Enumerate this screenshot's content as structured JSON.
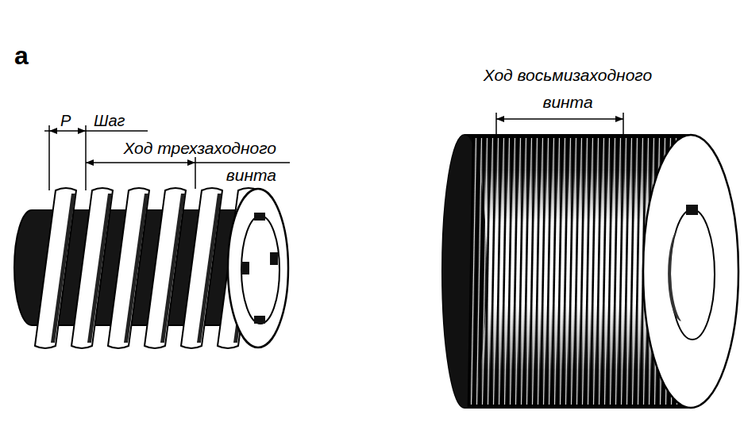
{
  "diagram": {
    "labels": [
      "а",
      "P",
      "Шаг",
      "Ход трехзаходного винта",
      "Ход восьмизаходного винта"
    ]
  }
}
